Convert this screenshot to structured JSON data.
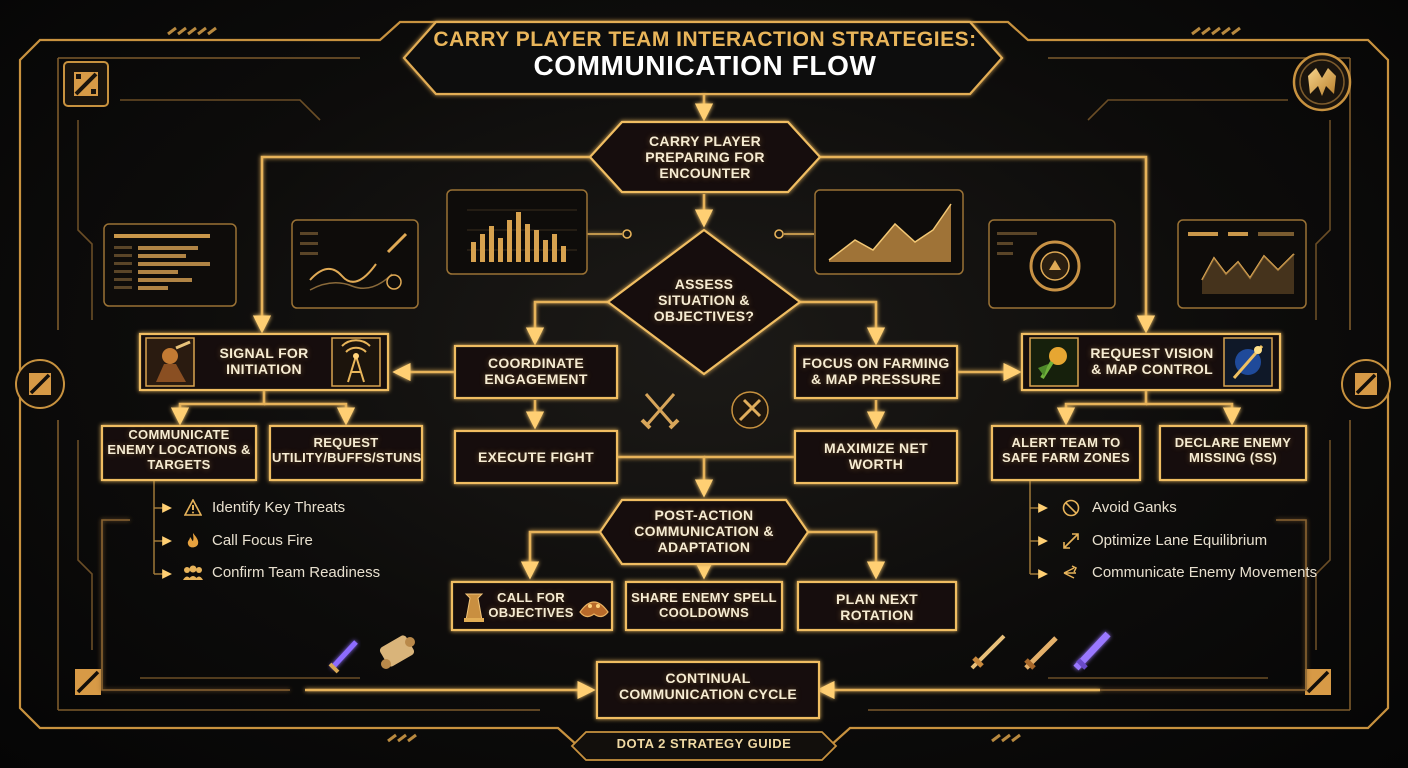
{
  "title": {
    "line1": "CARRY PLAYER TEAM INTERACTION STRATEGIES:",
    "line2": "COMMUNICATION FLOW"
  },
  "nodes": {
    "start": "CARRY PLAYER PREPARING FOR ENCOUNTER",
    "decision": "ASSESS SITUATION & OBJECTIVES?",
    "coordinate": "COORDINATE ENGAGEMENT",
    "focus_farming": "FOCUS ON FARMING & MAP PRESSURE",
    "signal_initiation": "SIGNAL FOR INITIATION",
    "request_vision": "REQUEST VISION & MAP CONTROL",
    "communicate_enemy": "COMMUNICATE ENEMY LOCATIONS & TARGETS",
    "request_utility": "REQUEST UTILITY/BUFFS/STUNS",
    "execute_fight": "EXECUTE FIGHT",
    "maximize_net_worth": "MAXIMIZE NET WORTH",
    "alert_team": "ALERT TEAM TO SAFE FARM ZONES",
    "declare_missing": "DECLARE ENEMY MISSING (SS)",
    "post_action": "POST-ACTION COMMUNICATION & ADAPTATION",
    "call_objectives": "CALL FOR OBJECTIVES",
    "share_cooldowns": "SHARE ENEMY SPELL COOLDOWNS",
    "plan_rotation": "PLAN NEXT ROTATION",
    "continual_cycle": "CONTINUAL COMMUNICATION CYCLE"
  },
  "left_subitems": [
    {
      "label": "Identify Key Threats",
      "icon": "warning-icon"
    },
    {
      "label": "Call Focus Fire",
      "icon": "flame-icon"
    },
    {
      "label": "Confirm Team Readiness",
      "icon": "team-icon"
    }
  ],
  "right_subitems": [
    {
      "label": "Avoid Ganks",
      "icon": "no-entry-icon"
    },
    {
      "label": "Optimize Lane Equilibrium",
      "icon": "arrows-icon"
    },
    {
      "label": "Communicate Enemy Movements",
      "icon": "movement-icon"
    }
  ],
  "footer": "DOTA 2 STRATEGY GUIDE",
  "colors": {
    "gold": "#e7b35a",
    "gold_glow": "#ffcc6a",
    "panel": "#120f0c",
    "background": "#0d0c0b"
  }
}
